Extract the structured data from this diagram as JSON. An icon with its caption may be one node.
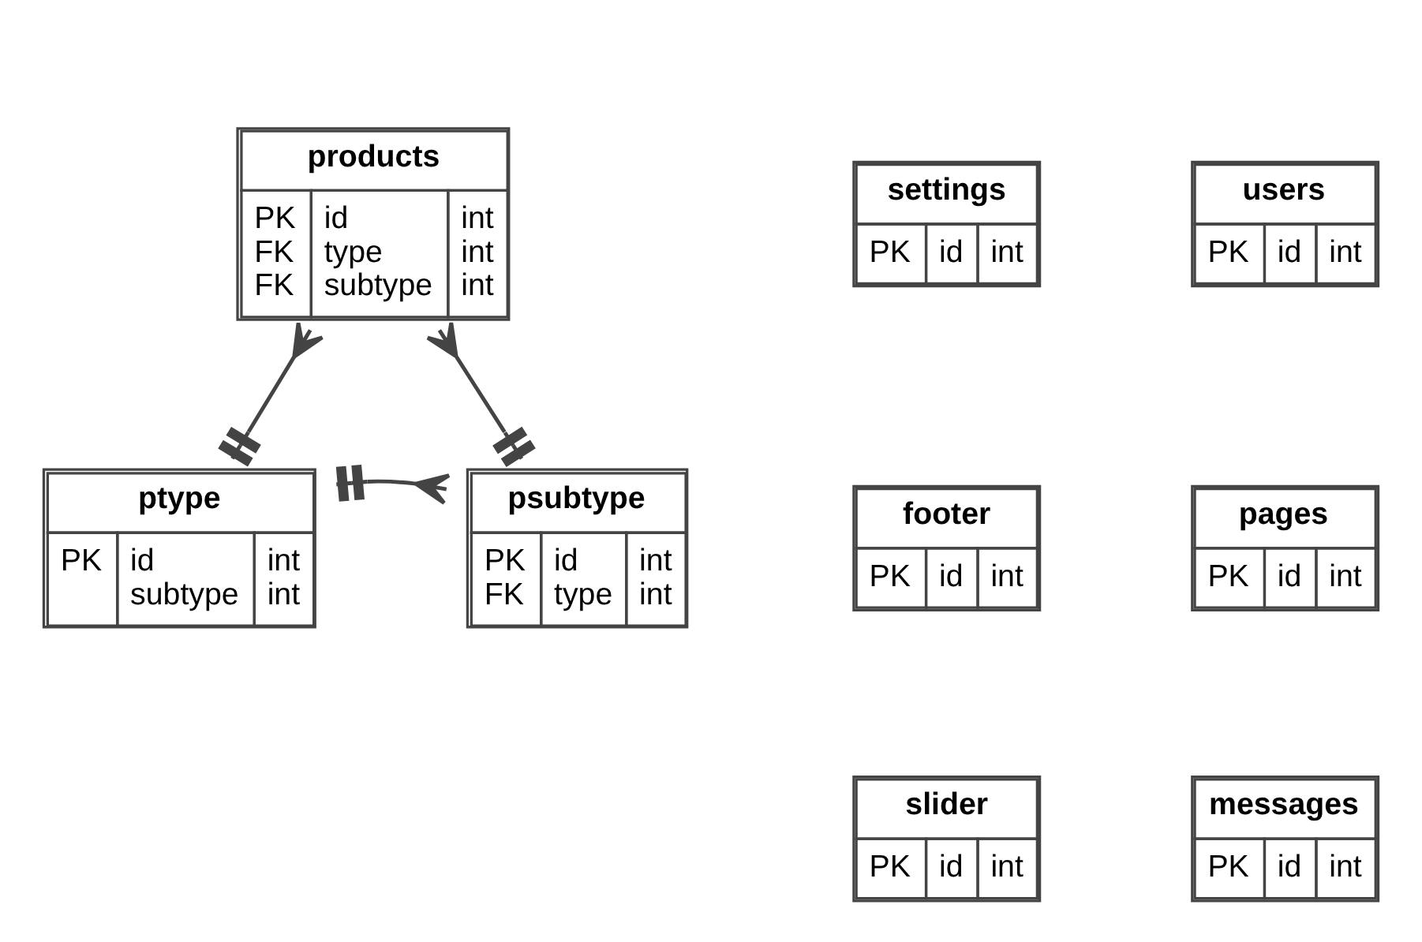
{
  "diagram": {
    "nodes": [
      {
        "text": [
          "products",
          "PK FK FK",
          "id type subtype",
          "int int int"
        ]
      },
      {
        "text": [
          "settings",
          "PK",
          "id",
          "int"
        ]
      },
      {
        "text": [
          "users",
          "PK",
          "id",
          "int"
        ]
      },
      {
        "text": [
          "footer",
          "PK",
          "id",
          "int"
        ]
      },
      {
        "text": [
          "ptype",
          "PK",
          "id subtype",
          "int int"
        ]
      },
      {
        "text": [
          "psubtype",
          "PK FK",
          "id type",
          "int int"
        ]
      },
      {
        "text": [
          "pages",
          "PK",
          "id",
          "int"
        ]
      },
      {
        "text": [
          "slider",
          "PK",
          "id",
          "int"
        ]
      },
      {
        "text": [
          "messages",
          "PK",
          "id",
          "int"
        ]
      }
    ],
    "edges": [
      {
        "from": 0,
        "to": 4,
        "arrow": "other"
      },
      {
        "from": 0,
        "to": 5,
        "arrow": "other"
      },
      {
        "from": 4,
        "to": 5,
        "arrow": "other"
      }
    ]
  }
}
